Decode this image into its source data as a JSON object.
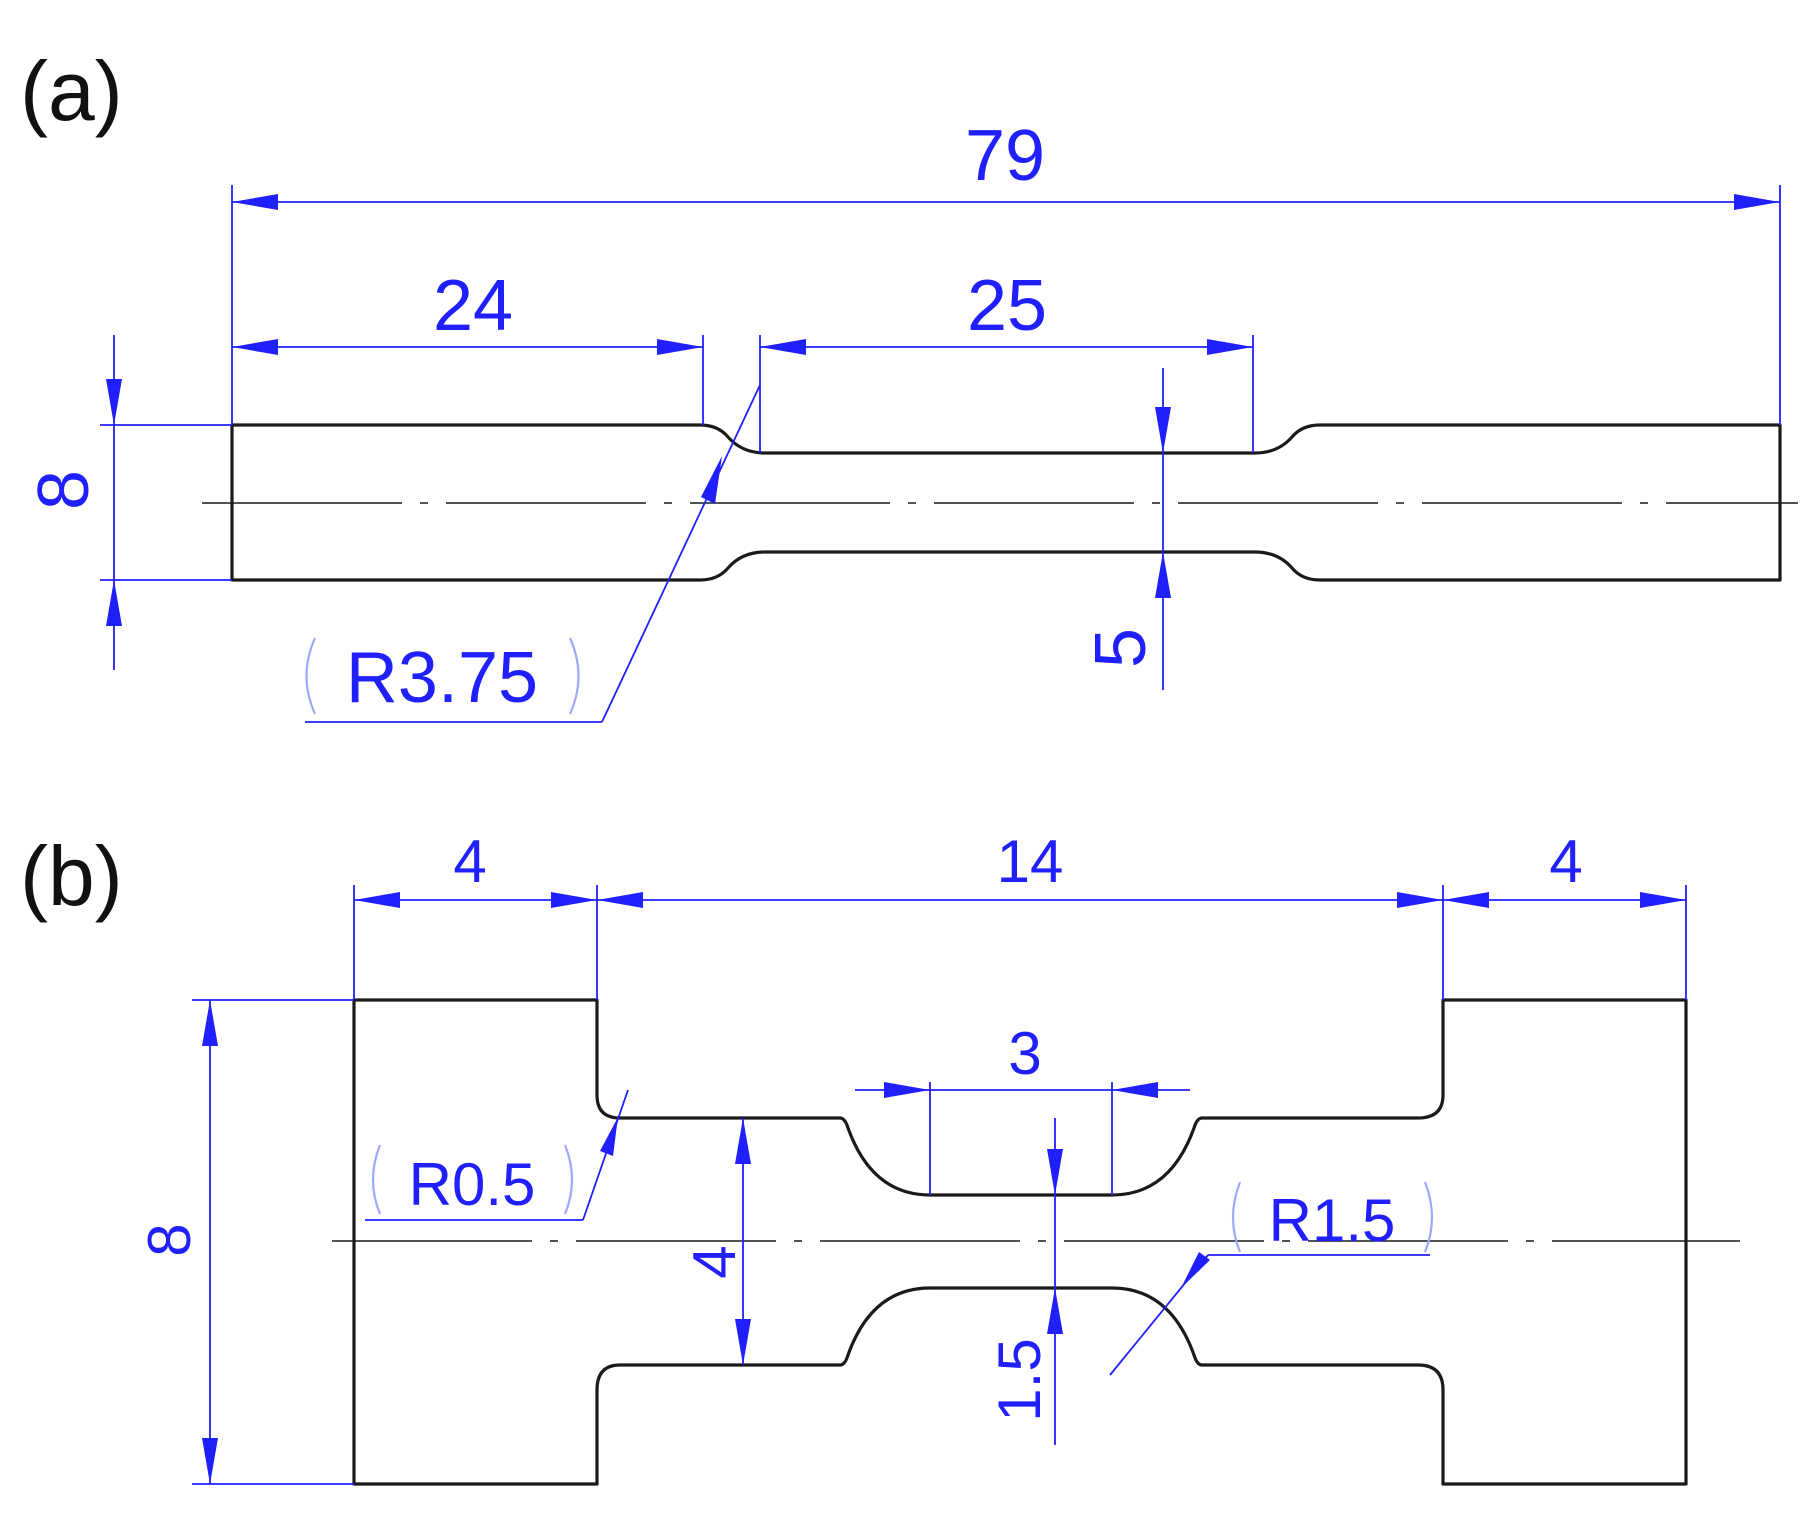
{
  "panels": {
    "a": {
      "label": "(a)",
      "dims": {
        "total_length": "79",
        "grip_length": "24",
        "gauge_length": "25",
        "width": "8",
        "gauge_width": "5",
        "radius": "R3.75"
      }
    },
    "b": {
      "label": "(b)",
      "dims": {
        "left_grip": "4",
        "middle": "14",
        "right_grip": "4",
        "width": "8",
        "neck": "3",
        "shoulder_width": "4",
        "gauge_width": "1.5",
        "radius_small": "R0.5",
        "radius_large": "R1.5"
      }
    }
  },
  "colors": {
    "outline": "#1a1a1a",
    "dimension": "#2020ff"
  }
}
